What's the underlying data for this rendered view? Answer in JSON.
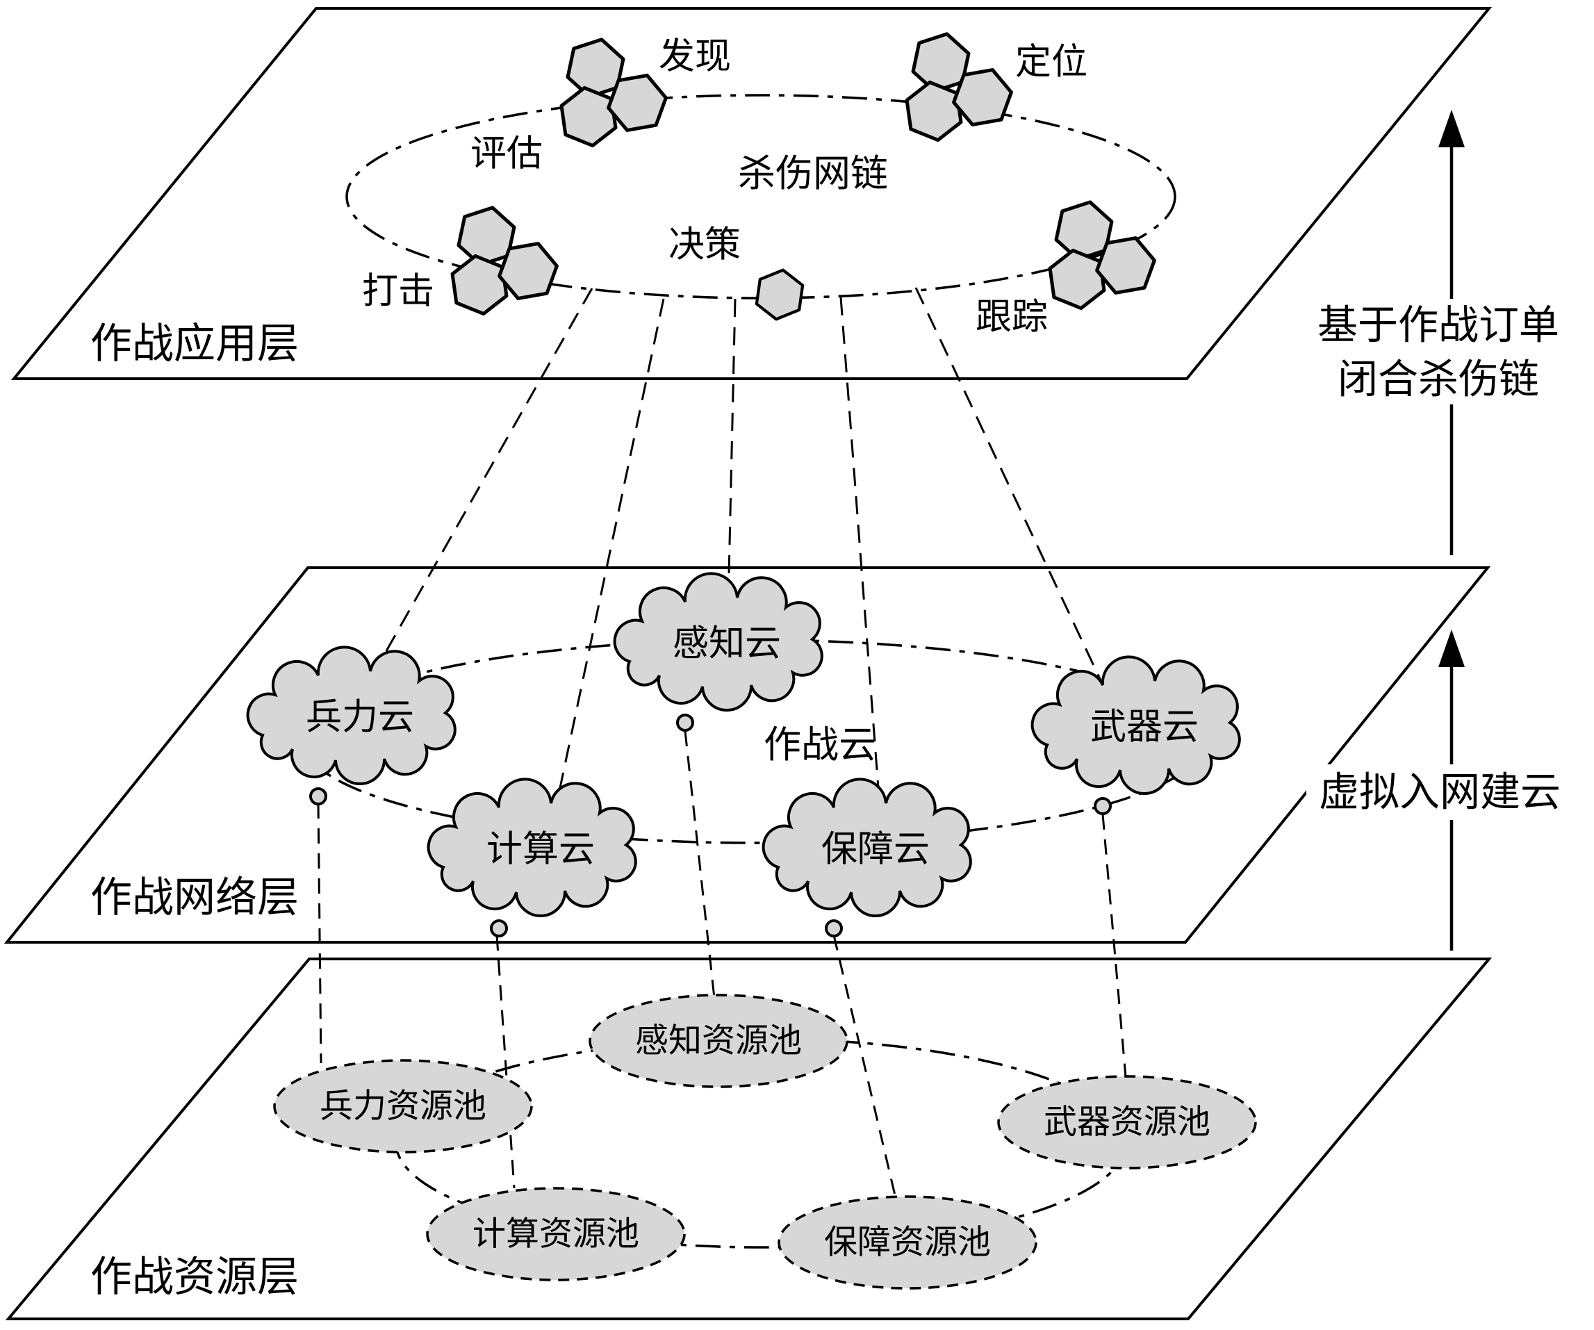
{
  "layers": {
    "application": {
      "label": "作战应用层"
    },
    "network": {
      "label": "作战网络层"
    },
    "resource": {
      "label": "作战资源层"
    }
  },
  "kill_web": {
    "title": "杀伤网链",
    "nodes": {
      "discover": "发现",
      "locate": "定位",
      "track": "跟踪",
      "decide": "决策",
      "strike": "打击",
      "assess": "评估"
    }
  },
  "cloud_layer": {
    "title": "作战云",
    "clouds": {
      "sensing": "感知云",
      "force": "兵力云",
      "weapon": "武器云",
      "computing": "计算云",
      "support": "保障云"
    }
  },
  "resource_layer": {
    "pools": {
      "sensing": "感知资源池",
      "force": "兵力资源池",
      "weapon": "武器资源池",
      "computing": "计算资源池",
      "support": "保障资源池"
    }
  },
  "annotations": {
    "kill_chain_arrow_line1": "基于作战订单",
    "kill_chain_arrow_line2": "闭合杀伤链",
    "cloud_arrow": "虚拟入网建云"
  },
  "colors": {
    "shape-fill": "#d7d7d7",
    "stroke": "#000000",
    "background": "#ffffff"
  }
}
